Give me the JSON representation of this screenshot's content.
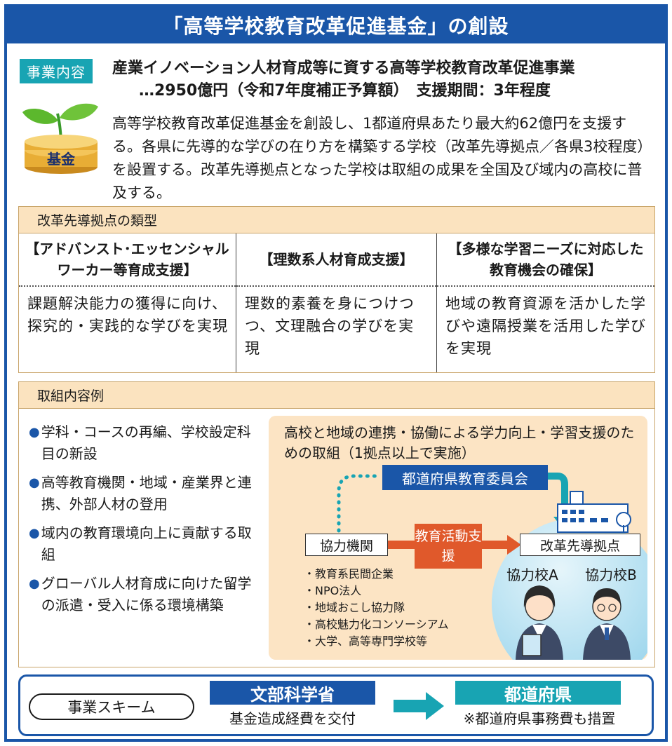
{
  "title": "「高等学校教育改革促進基金」の創設",
  "intro": {
    "tag": "事業内容",
    "headline_line1": "産業イノベーション人材育成等に資する高等学校教育改革促進事業",
    "headline_line2": "…2950億円（令和7年度補正予算額）　支援期間：3年程度",
    "coin_label": "基金",
    "description": "高等学校教育改革促進基金を創設し、1都道府県あたり最大約62億円を支援する。各県に先導的な学びの在り方を構築する学校（改革先導拠点／各県3校程度）を設置する。改革先導拠点となった学校は取組の成果を全国及び域内の高校に普及する。"
  },
  "types": {
    "heading": "改革先導拠点の類型",
    "columns": [
      {
        "title": "【アドバンスト･エッセンシャルワーカー等育成支援】",
        "body": "課題解決能力の獲得に向け、探究的・実践的な学びを実現"
      },
      {
        "title": "【理数系人材育成支援】",
        "body": "理数的素養を身につけつつ、文理融合の学びを実現"
      },
      {
        "title": "【多様な学習ニーズに対応した教育機会の確保】",
        "body": "地域の教育資源を活かした学びや遠隔授業を活用した学びを実現"
      }
    ]
  },
  "examples": {
    "heading": "取組内容例",
    "bullet": "●",
    "items": [
      "学科・コースの再編、学校設定科目の新設",
      "高等教育機関・地域・産業界と連携、外部人材の登用",
      "域内の教育環境向上に貢献する取組",
      "グローバル人材育成に向けた留学の派遣・受入に係る環境構築"
    ],
    "diagram": {
      "title": "高校と地域の連携・協働による学力向上・学習支援のための取組（1拠点以上で実施）",
      "board": "都道府県教育委員会",
      "partner": "協力機関",
      "support": "教育活動支援",
      "hub": "改革先導拠点",
      "school_a": "協力校A",
      "school_b": "協力校B",
      "partners": [
        "・教育系民間企業",
        "・NPO法人",
        "・地域おこし協力隊",
        "・高校魅力化コンソーシアム",
        "・大学、高等専門学校等"
      ]
    }
  },
  "scheme": {
    "label": "事業スキーム",
    "ministry": "文部科学省",
    "ministry_sub": "基金造成経費を交付",
    "prefecture": "都道府県",
    "prefecture_sub": "※都道府県事務費も措置"
  },
  "colors": {
    "navy": "#1a56a8",
    "teal": "#18a4b3",
    "orange": "#e0592b",
    "beige": "#fbe3bf",
    "peach": "#fce4c4"
  }
}
